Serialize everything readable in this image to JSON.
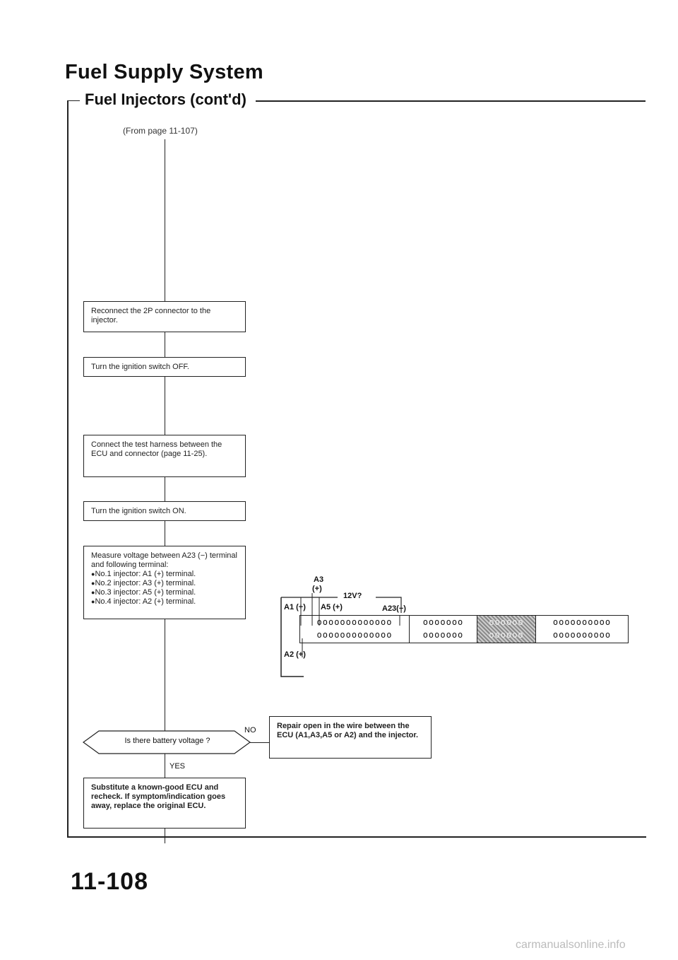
{
  "header": {
    "title": "Fuel Supply System",
    "subtitle": "Fuel Injectors (cont'd)"
  },
  "flow": {
    "from_page": "(From page 11-107)",
    "step1": "Reconnect the 2P connector to the injector.",
    "step2": "Turn the ignition switch OFF.",
    "step3": "Connect the test harness between the ECU and connector (page 11-25).",
    "step4": "Turn the ignition switch ON.",
    "measure_intro": "Measure voltage between A23 (−) terminal and following terminal:",
    "measure_items": [
      "No.1 injector: A1 (+) terminal.",
      "No.2 injector: A3 (+) terminal.",
      "No.3 injector: A5 (+) terminal.",
      "No.4 injector: A2 (+) terminal."
    ],
    "decision": "Is there battery voltage ?",
    "no_label": "NO",
    "yes_label": "YES",
    "repair": "Repair open in the wire between the ECU (A1,A3,A5 or A2) and the injector.",
    "substitute": "Substitute a known-good ECU and recheck. If symptom/indication goes away, replace the original ECU."
  },
  "connector": {
    "a3": "A3",
    "a3_sign": "(+)",
    "voltage": "12V?",
    "a1": "A1 (+)",
    "a5": "A5 (+)",
    "a23": "A23(−)",
    "a2": "A2 (+)",
    "row1": [
      "ooooooooooooo",
      "ooooooo",
      "oooooo",
      "oooooooooo"
    ],
    "row2": [
      "ooooooooooooo",
      "ooooooo",
      "oooooo",
      "oooooooooo"
    ]
  },
  "page_number": "11-108",
  "footer": "carmanualsonline.info"
}
